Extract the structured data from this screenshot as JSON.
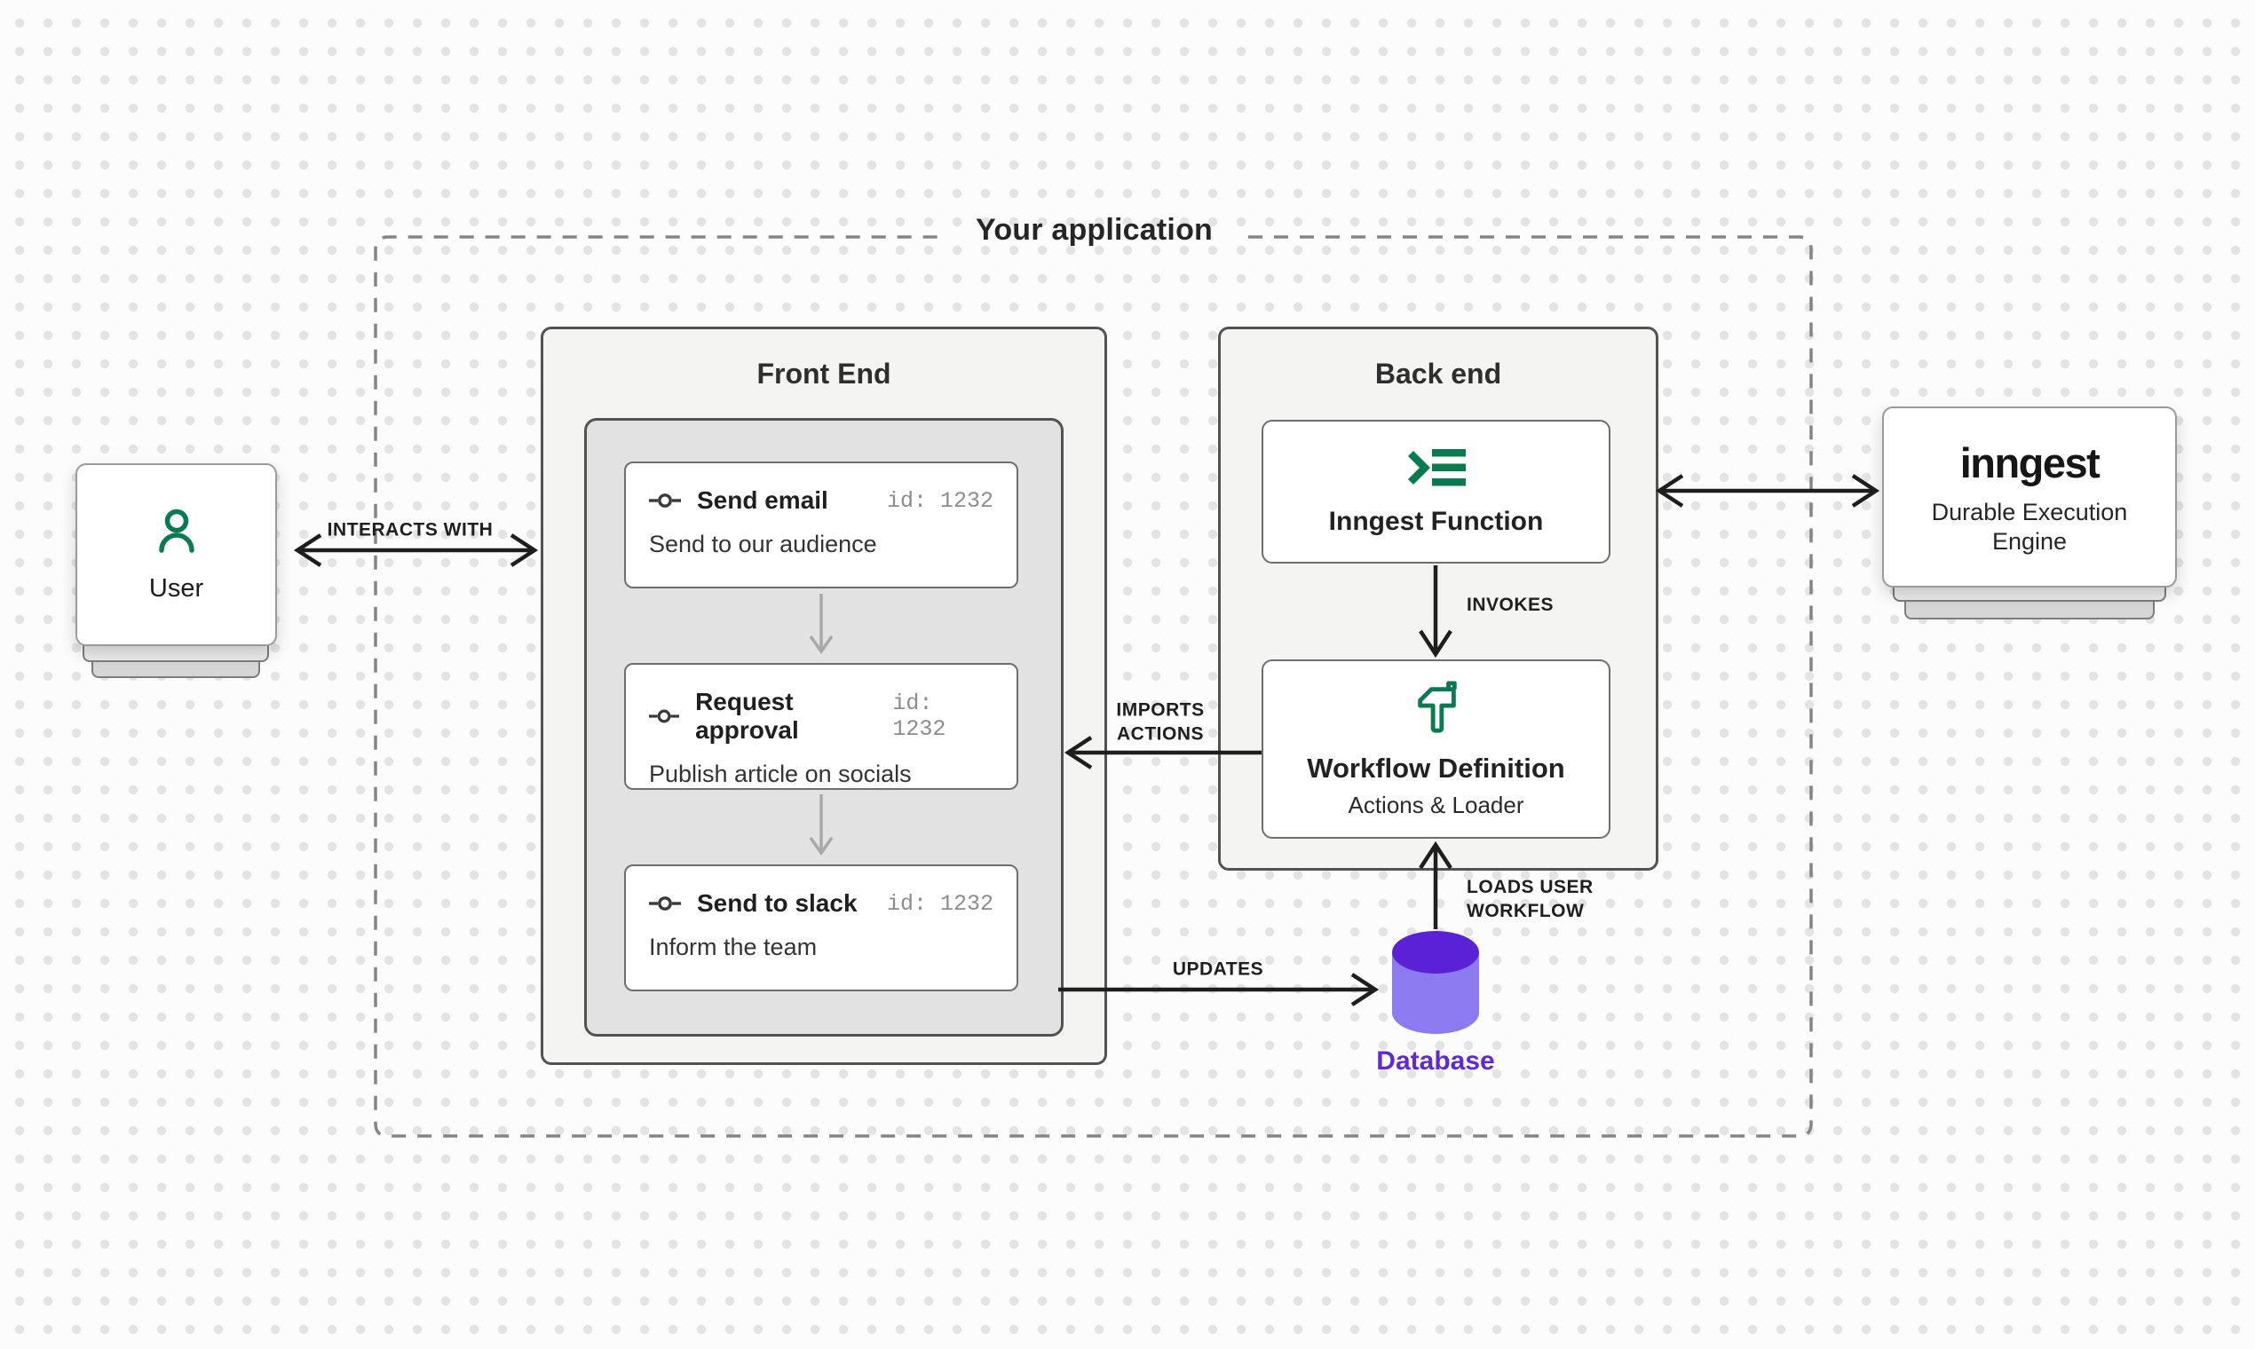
{
  "app": {
    "title": "Your application"
  },
  "user_node": {
    "label": "User",
    "icon": "user-icon"
  },
  "frontend": {
    "title": "Front End",
    "cards": [
      {
        "title": "Send email",
        "id_label": "id: 1232",
        "description": "Send to our audience"
      },
      {
        "title": "Request approval",
        "id_label": "id: 1232",
        "description": "Publish article on socials"
      },
      {
        "title": "Send to slack",
        "id_label": "id: 1232",
        "description": "Inform the team"
      }
    ]
  },
  "backend": {
    "title": "Back end",
    "function_card": {
      "title": "Inngest Function",
      "icon": "terminal-prompt-icon"
    },
    "workflow_card": {
      "title": "Workflow Definition",
      "subtitle": "Actions & Loader",
      "icon": "hammer-icon"
    }
  },
  "engine_node": {
    "logo": "inngest",
    "subtitle": "Durable Execution Engine"
  },
  "database": {
    "label": "Database",
    "icon": "database-cylinder-icon"
  },
  "edges": {
    "interacts_with": "INTERACTS WITH",
    "invokes": "INVOKES",
    "imports_actions": "IMPORTS ACTIONS",
    "updates": "UPDATES",
    "loads_user_workflow": "LOADS USER WORKFLOW"
  },
  "colors": {
    "green": "#0a7a50",
    "arrow": "#1e1e1e",
    "muted-arrow": "#a8a8a8",
    "dashed-border": "#858585",
    "box-border": "#525252",
    "purple-top": "#5b21d6",
    "purple-body": "#8b7af0",
    "purple-text": "#6128d9"
  }
}
